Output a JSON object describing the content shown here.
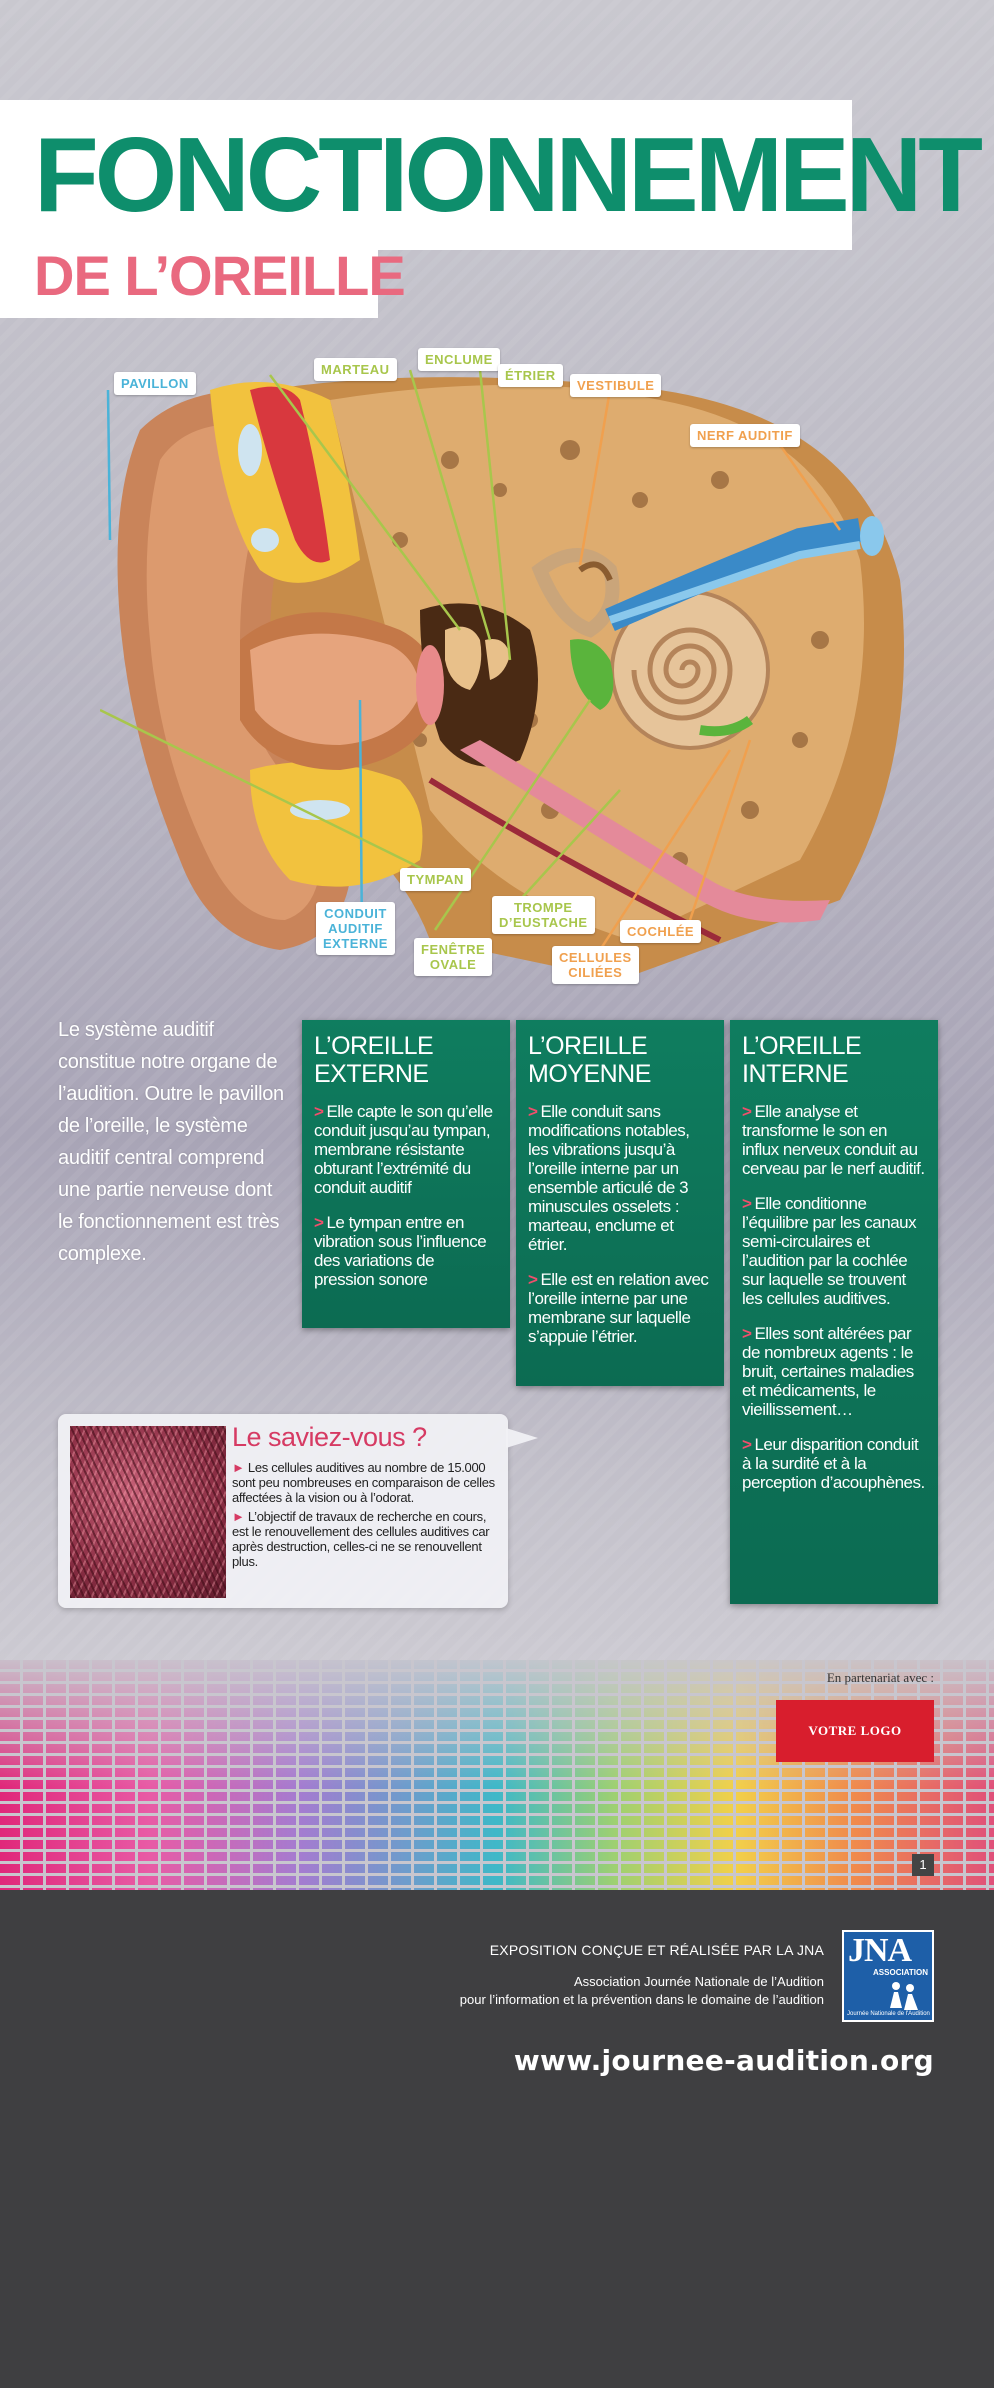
{
  "title": {
    "main": "FONCTIONNEMENT",
    "sub": "DE L’OREILLE"
  },
  "labels": {
    "pavillon": "PAVILLON",
    "marteau": "MARTEAU",
    "enclume": "ENCLUME",
    "etrier": "ÉTRIER",
    "vestibule": "VESTIBULE",
    "nerf_auditif": "NERF AUDITIF",
    "tympan": "TYMPAN",
    "conduit": [
      "CONDUIT",
      "AUDITIF",
      "EXTERNE"
    ],
    "fenetre": [
      "FENÊTRE",
      "OVALE"
    ],
    "trompe": [
      "TROMPE",
      "D’EUSTACHE"
    ],
    "cellules": [
      "CELLULES",
      "CILIÉES"
    ],
    "cochlee": "COCHLÉE"
  },
  "intro": "Le système auditif constitue notre organe de l’audition. Outre le pavillon de l’oreille, le système auditif central comprend une partie nerveuse dont le fonctionnement est très complexe.",
  "columns": [
    {
      "title": [
        "L’OREILLE",
        "EXTERNE"
      ],
      "items": [
        "Elle capte le son qu’elle conduit jusqu’au tympan, membrane résistante obturant l’extrémité du conduit auditif",
        "Le tympan entre en vibration sous l’influence des variations de pression sonore"
      ]
    },
    {
      "title": [
        "L’OREILLE",
        "MOYENNE"
      ],
      "items": [
        "Elle conduit sans modifications notables, les vibrations jusqu’à l’oreille interne par un ensemble articulé de 3 minuscules osselets : marteau, enclume et étrier.",
        "Elle est en relation avec l’oreille interne par une membrane sur laquelle s’appuie l’étrier."
      ]
    },
    {
      "title": [
        "L’OREILLE",
        "INTERNE"
      ],
      "items": [
        "Elle analyse et transforme le son en influx nerveux conduit au cerveau par le nerf auditif.",
        "Elle conditionne l’équilibre par les canaux semi-circulaires et l’audition par la cochlée sur laquelle se trouvent les cellules auditives.",
        "Elles sont altérées par de nombreux agents : le bruit, certaines maladies et médicaments, le vieillissement…",
        "Leur disparition conduit à la surdité et à la perception d’acouphènes."
      ]
    }
  ],
  "saviez": {
    "title": "Le saviez-vous ?",
    "items": [
      "Les cellules auditives au nombre de 15.000 sont peu nombreuses en comparaison de celles affectées à la vision ou à l’odorat.",
      "L’objectif de travaux de recherche en cours, est le renouvellement des cellules auditives car après destruction, celles-ci ne se renouvellent plus."
    ]
  },
  "partner": {
    "label": "En partenariat avec :",
    "logo": "VOTRE LOGO"
  },
  "page_number": "1",
  "footer": {
    "line1": "EXPOSITION CONÇUE ET RÉALISÉE PAR LA JNA",
    "line2": "Association Journée Nationale de l’Audition",
    "line3": "pour l’information et la prévention dans le domaine de l’audition",
    "url": "www.journee-audition.org",
    "logo_big": "JNA",
    "logo_assoc": "ASSOCIATION",
    "logo_small": "Journée Nationale de l'Audition"
  },
  "colors": {
    "green": "#0e8e6c",
    "pink": "#e9697f",
    "label_blue": "#4ab3d8",
    "label_green": "#a8c64c",
    "label_orange": "#f0a04e",
    "logo_red": "#d81e2d",
    "jna_blue": "#1e5fa8"
  }
}
